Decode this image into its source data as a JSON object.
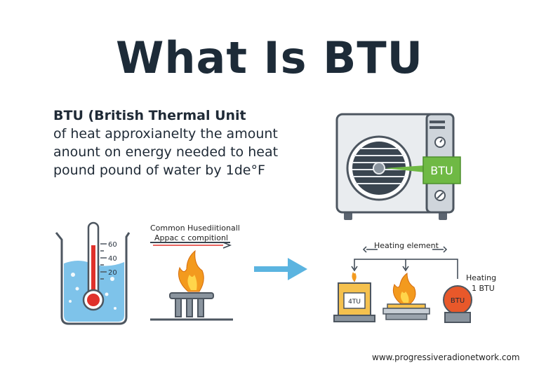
{
  "title": "What Is BTU",
  "description": {
    "line1": "BTU (British Thermal Unit",
    "line2": "of heat approxianelty the amount",
    "line3": "anount on energy needed to heat",
    "line4": "pound pound of water by 1de°F"
  },
  "ac_unit": {
    "badge": "BTU"
  },
  "thermometer": {
    "ticks": [
      "60",
      "40",
      "20"
    ]
  },
  "stove": {
    "label1": "Common Husediitionall",
    "label2": "Appac c compitionl"
  },
  "heating_group": {
    "label": "Heating element",
    "candle_label": "4TU",
    "ball_label": "BTU",
    "side_label1": "Heating",
    "side_label2": "1 BTU"
  },
  "footer": {
    "website": "www.progressiveradionetwork.com"
  },
  "colors": {
    "title": "#1d2b38",
    "arrow": "#5bb4e0",
    "water": "#7ec3ea",
    "flame_outer": "#f39a1e",
    "flame_inner": "#ffd54a",
    "badge_green": "#6fb944",
    "thermo_red": "#e0312b",
    "ball_orange": "#e8582a"
  },
  "icons": [
    "beaker-thermometer-icon",
    "gas-burner-icon",
    "arrow-right-icon",
    "air-conditioner-icon",
    "candle-icon",
    "burner-flame-icon",
    "heating-ball-icon"
  ]
}
